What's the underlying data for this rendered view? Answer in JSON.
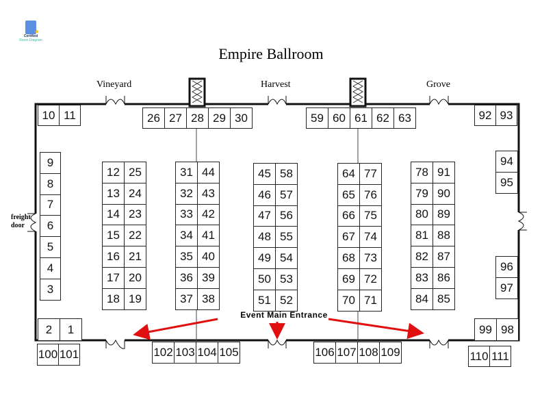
{
  "logo": {
    "line1": "Certified",
    "line2": "Room Diagram"
  },
  "title": "Empire Ballroom",
  "rooms": {
    "left": "Vineyard",
    "center": "Harvest",
    "right": "Grove"
  },
  "freight_door": {
    "line1": "freight",
    "line2": "door"
  },
  "entrance_label": "Event Main Entrance",
  "colors": {
    "arrow": "#e01010",
    "wall": "#111111"
  },
  "booth_groups": {
    "g10": [
      "10",
      "11"
    ],
    "g26": [
      "26",
      "27",
      "28",
      "29",
      "30"
    ],
    "g59": [
      "59",
      "60",
      "61",
      "62",
      "63"
    ],
    "g92": [
      "92",
      "93"
    ],
    "g9": [
      "9",
      "8",
      "7",
      "6",
      "5",
      "4",
      "3"
    ],
    "g12": [
      "12",
      "13",
      "14",
      "15",
      "16",
      "17",
      "18"
    ],
    "g25": [
      "25",
      "24",
      "23",
      "22",
      "21",
      "20",
      "19"
    ],
    "g31": [
      "31",
      "32",
      "33",
      "34",
      "35",
      "36",
      "37"
    ],
    "g44": [
      "44",
      "43",
      "42",
      "41",
      "40",
      "39",
      "38"
    ],
    "g45": [
      "45",
      "46",
      "47",
      "48",
      "49",
      "50",
      "51"
    ],
    "g58": [
      "58",
      "57",
      "56",
      "55",
      "54",
      "53",
      "52"
    ],
    "g64": [
      "64",
      "65",
      "66",
      "67",
      "68",
      "69",
      "70"
    ],
    "g77": [
      "77",
      "76",
      "75",
      "74",
      "73",
      "72",
      "71"
    ],
    "g78": [
      "78",
      "79",
      "80",
      "81",
      "82",
      "83",
      "84"
    ],
    "g91": [
      "91",
      "90",
      "89",
      "88",
      "87",
      "86",
      "85"
    ],
    "g94": [
      "94",
      "95"
    ],
    "g96": [
      "96",
      "97"
    ],
    "g2": [
      "2",
      "1"
    ],
    "g99": [
      "99",
      "98"
    ],
    "g100": [
      "100",
      "101"
    ],
    "g102": [
      "102",
      "103",
      "104",
      "105"
    ],
    "g106": [
      "106",
      "107",
      "108",
      "109"
    ],
    "g110": [
      "110",
      "111"
    ]
  }
}
